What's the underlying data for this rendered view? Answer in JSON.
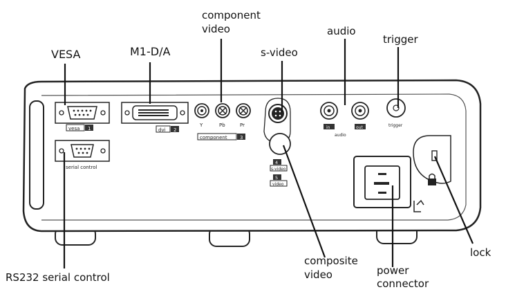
{
  "callouts": {
    "vesa": "VESA",
    "mi_da": "M1-D/A",
    "component_video_1": "component",
    "component_video_2": "video",
    "s_video": "s-video",
    "audio": "audio",
    "trigger": "trigger",
    "rs232": "RS232 serial control",
    "composite_1": "composite",
    "composite_2": "video",
    "power_1": "power",
    "power_2": "connector",
    "lock": "lock"
  },
  "panel_labels": {
    "vesa_text": "vesa",
    "vesa_num": "1",
    "dvi_text": "dvi",
    "dvi_num": "2",
    "y": "Y",
    "pb": "Pb",
    "pr": "Pr",
    "component_text": "component",
    "component_num": "3",
    "serial_control": "serial control",
    "svideo_num": "4",
    "svideo_text": "s-video",
    "video_num": "5",
    "video_text": "video",
    "audio_in": "in",
    "audio_out": "out",
    "audio_text": "audio",
    "trigger_text": "trigger"
  }
}
